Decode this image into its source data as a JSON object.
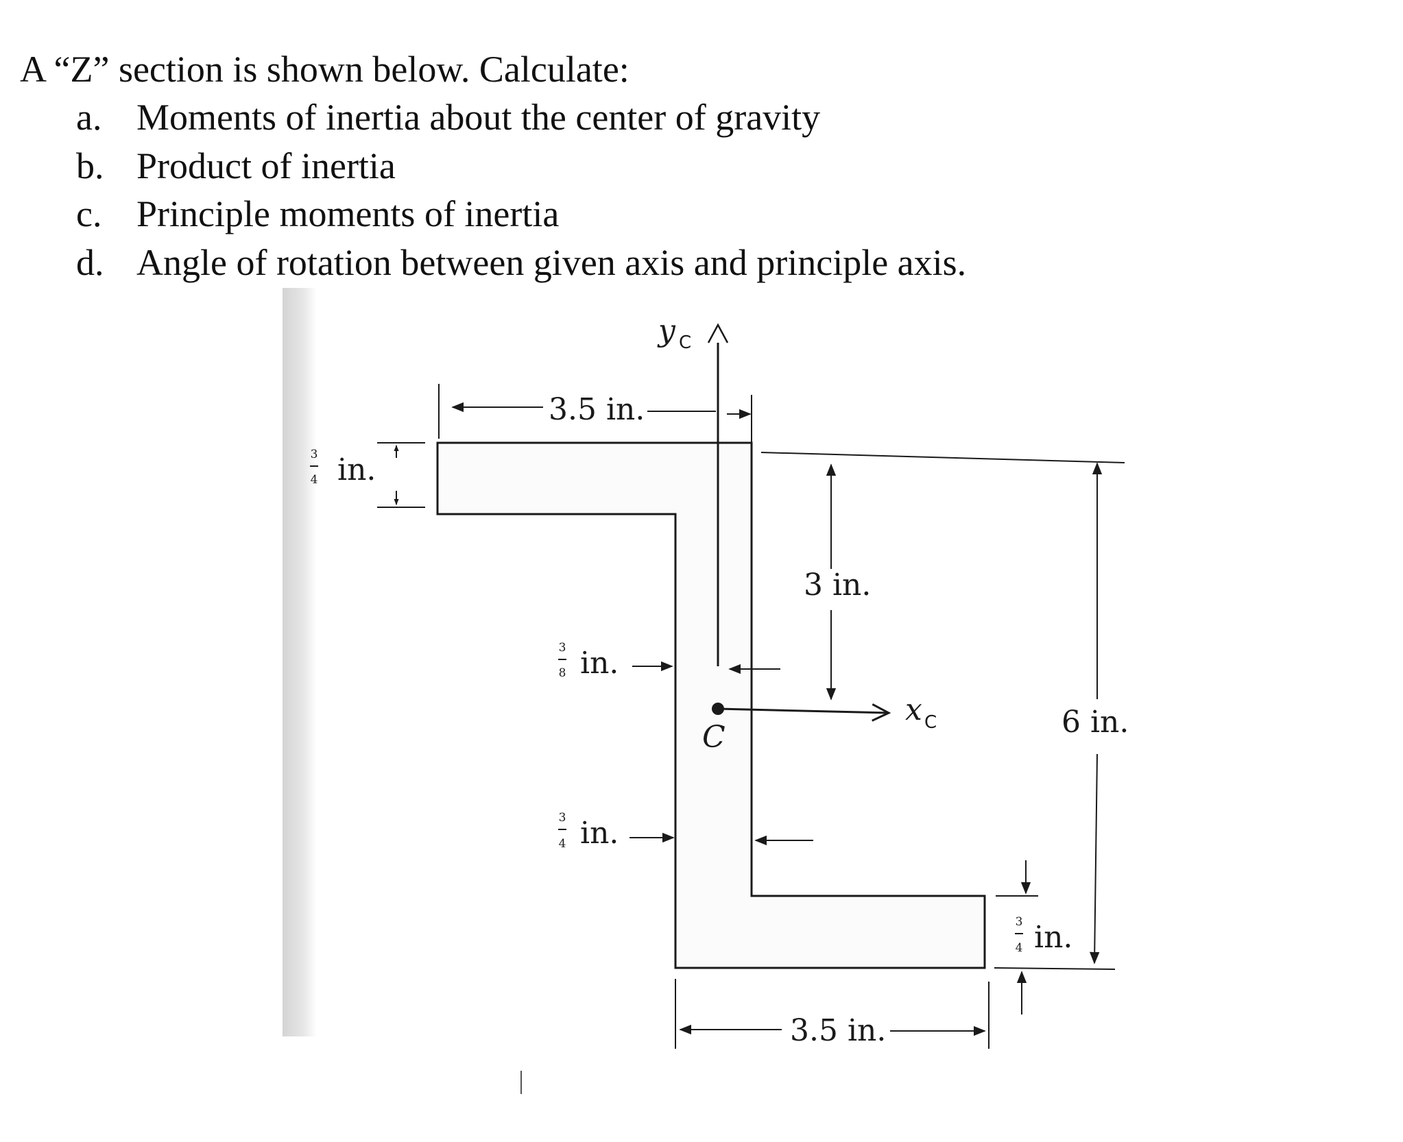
{
  "problem": {
    "intro": "A “Z” section is shown below. Calculate:",
    "parts": [
      {
        "letter": "a.",
        "text": "Moments of inertia about the center of gravity"
      },
      {
        "letter": "b.",
        "text": "Product of inertia"
      },
      {
        "letter": "c.",
        "text": "Principle moments of inertia"
      },
      {
        "letter": "d.",
        "text": "Angle of rotation between given axis and principle axis."
      }
    ]
  },
  "figure": {
    "axis_y": "y",
    "axis_y_sub": "C",
    "axis_x": "x",
    "axis_x_sub": "C",
    "centroid_label": "C",
    "top_width_label": "3.5 in.",
    "bottom_width_label": "3.5 in.",
    "height_label": "6 in.",
    "upper_web_label": "3 in.",
    "inch_unit": "in.",
    "top_flange_thickness": {
      "numerator": "3",
      "denominator": "4"
    },
    "web_thickness": {
      "numerator": "3",
      "denominator": "8"
    },
    "lower_web_label": {
      "numerator": "3",
      "denominator": "4"
    },
    "bottom_flange_thickness": {
      "numerator": "3",
      "denominator": "4"
    }
  }
}
